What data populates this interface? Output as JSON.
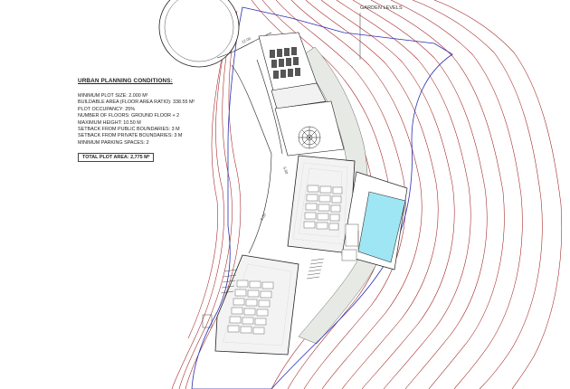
{
  "labels": {
    "garden_levels": "GARDEN LEVELS",
    "road_width_upper": "12.00",
    "road_width_mid": "5.00",
    "road_width_lower": "5.00"
  },
  "conditions": {
    "heading": "URBAN PLANNING CONDITIONS:",
    "lines": [
      "MINIMUM PLOT SIZE: 2.000 M²",
      "BUILDABLE AREA (FLOOR AREA RATIO): 338.55 M²",
      "PLOT OCCUPANCY: 25%",
      "NUMBER OF FLOORS: GROUND FLOOR + 2",
      "MAXIMUM HEIGHT: 10.50 M",
      "SETBACK FROM PUBLIC BOUNDARIES: 3 M",
      "SETBACK FROM PRIVATE BOUNDARIES: 3 M",
      "MINIMUM PARKING SPACES: 2"
    ],
    "total": "TOTAL PLOT AREA: 2,775 M²"
  },
  "colors": {
    "contour": "#a01c1c",
    "boundary": "#2a2fb0",
    "pool": "#9fe6f4",
    "garden": "#e7eae4",
    "linework": "#222222"
  }
}
